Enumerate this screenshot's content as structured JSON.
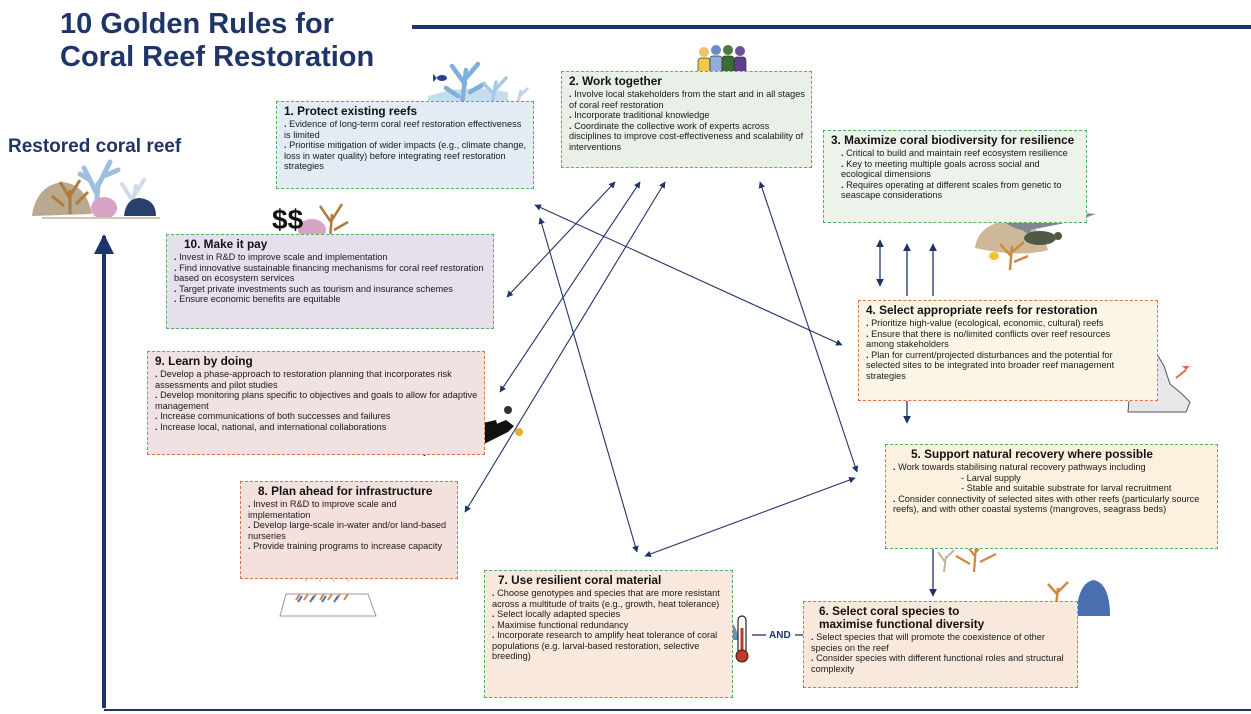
{
  "title": {
    "line1": "10 Golden Rules for",
    "line2": "Coral Reef Restoration"
  },
  "restored_label": "Restored coral reef",
  "money_symbol": "$$",
  "and_label": "AND",
  "colors": {
    "navy": "#1f3468",
    "green_border": "#5aae5f",
    "orange_border": "#e0714a"
  },
  "rules": {
    "r1": {
      "heading": "1. Protect existing reefs",
      "items": [
        "Evidence of long-term coral reef restoration effectiveness is limited",
        "Prioritise mitigation of wider impacts (e.g., climate change, loss in water quality) before integrating reef restoration strategies"
      ]
    },
    "r2": {
      "heading": "2. Work together",
      "items": [
        "Involve local stakeholders from the start and in all stages of coral reef restoration",
        "Incorporate traditional knowledge",
        "Coordinate the collective work of experts across disciplines to improve cost-effectiveness and scalability of interventions"
      ]
    },
    "r3": {
      "heading": "3. Maximize coral biodiversity for resilience",
      "items": [
        "Critical to build and maintain reef ecosystem resilience",
        "Key to meeting multiple goals across social and ecological dimensions",
        "Requires operating at different scales from genetic to seascape considerations"
      ]
    },
    "r4": {
      "heading": "4. Select appropriate reefs for restoration",
      "items": [
        "Prioritize high-value (ecological, economic, cultural) reefs",
        "Ensure that there is no/limited conflicts over reef resources among stakeholders",
        "Plan for current/projected disturbances and the potential for selected sites to be integrated into broader reef management strategies"
      ]
    },
    "r5": {
      "heading": "5. Support natural recovery where possible",
      "items": [
        "Work towards stabilising natural recovery pathways including",
        "Consider connectivity of selected sites with other reefs (particularly source reefs), and with other coastal systems (mangroves, seagrass beds)"
      ],
      "subitems": [
        "Larval supply",
        "Stable and suitable substrate for larval recruitment"
      ]
    },
    "r6": {
      "heading": "6. Select coral species to maximise functional diversity",
      "items": [
        "Select species that will promote the coexistence of other species on the reef",
        "Consider species with different functional roles and structural complexity"
      ]
    },
    "r7": {
      "heading": "7. Use resilient coral material",
      "items": [
        "Choose genotypes and species that are more resistant across a multitude of traits (e.g., growth, heat tolerance)",
        "Select locally adapted species",
        "Maximise functional redundancy",
        "Incorporate research to amplify heat tolerance of coral populations (e.g. larval-based restoration, selective breeding)"
      ]
    },
    "r8": {
      "heading": "8. Plan ahead for infrastructure",
      "items": [
        "Invest in R&D to improve scale and implementation",
        "Develop large-scale in-water and/or land-based nurseries",
        "Provide training programs to increase capacity"
      ]
    },
    "r9": {
      "heading": "9. Learn by doing",
      "items": [
        "Develop a phase-approach to restoration planning that incorporates risk assessments and pilot studies",
        "Develop monitoring plans specific to objectives and goals to allow for adaptive management",
        "Increase communications of both successes and failures",
        "Increase local, national, and international collaborations"
      ]
    },
    "r10": {
      "heading": "10. Make it pay",
      "items": [
        "Invest in R&D to improve scale and implementation",
        "Find innovative sustainable financing mechanisms for coral reef restoration based on ecosystem services",
        "Target private investments such as tourism and insurance schemes",
        "Ensure economic benefits are equitable"
      ]
    }
  },
  "icons": [
    "coral-reef-illustration",
    "people-group-icon",
    "shark-turtle-illustration",
    "australia-map-icon",
    "diver-icon",
    "nursery-structure-icon",
    "thermometer-icon",
    "dollar-coral-illustration"
  ]
}
